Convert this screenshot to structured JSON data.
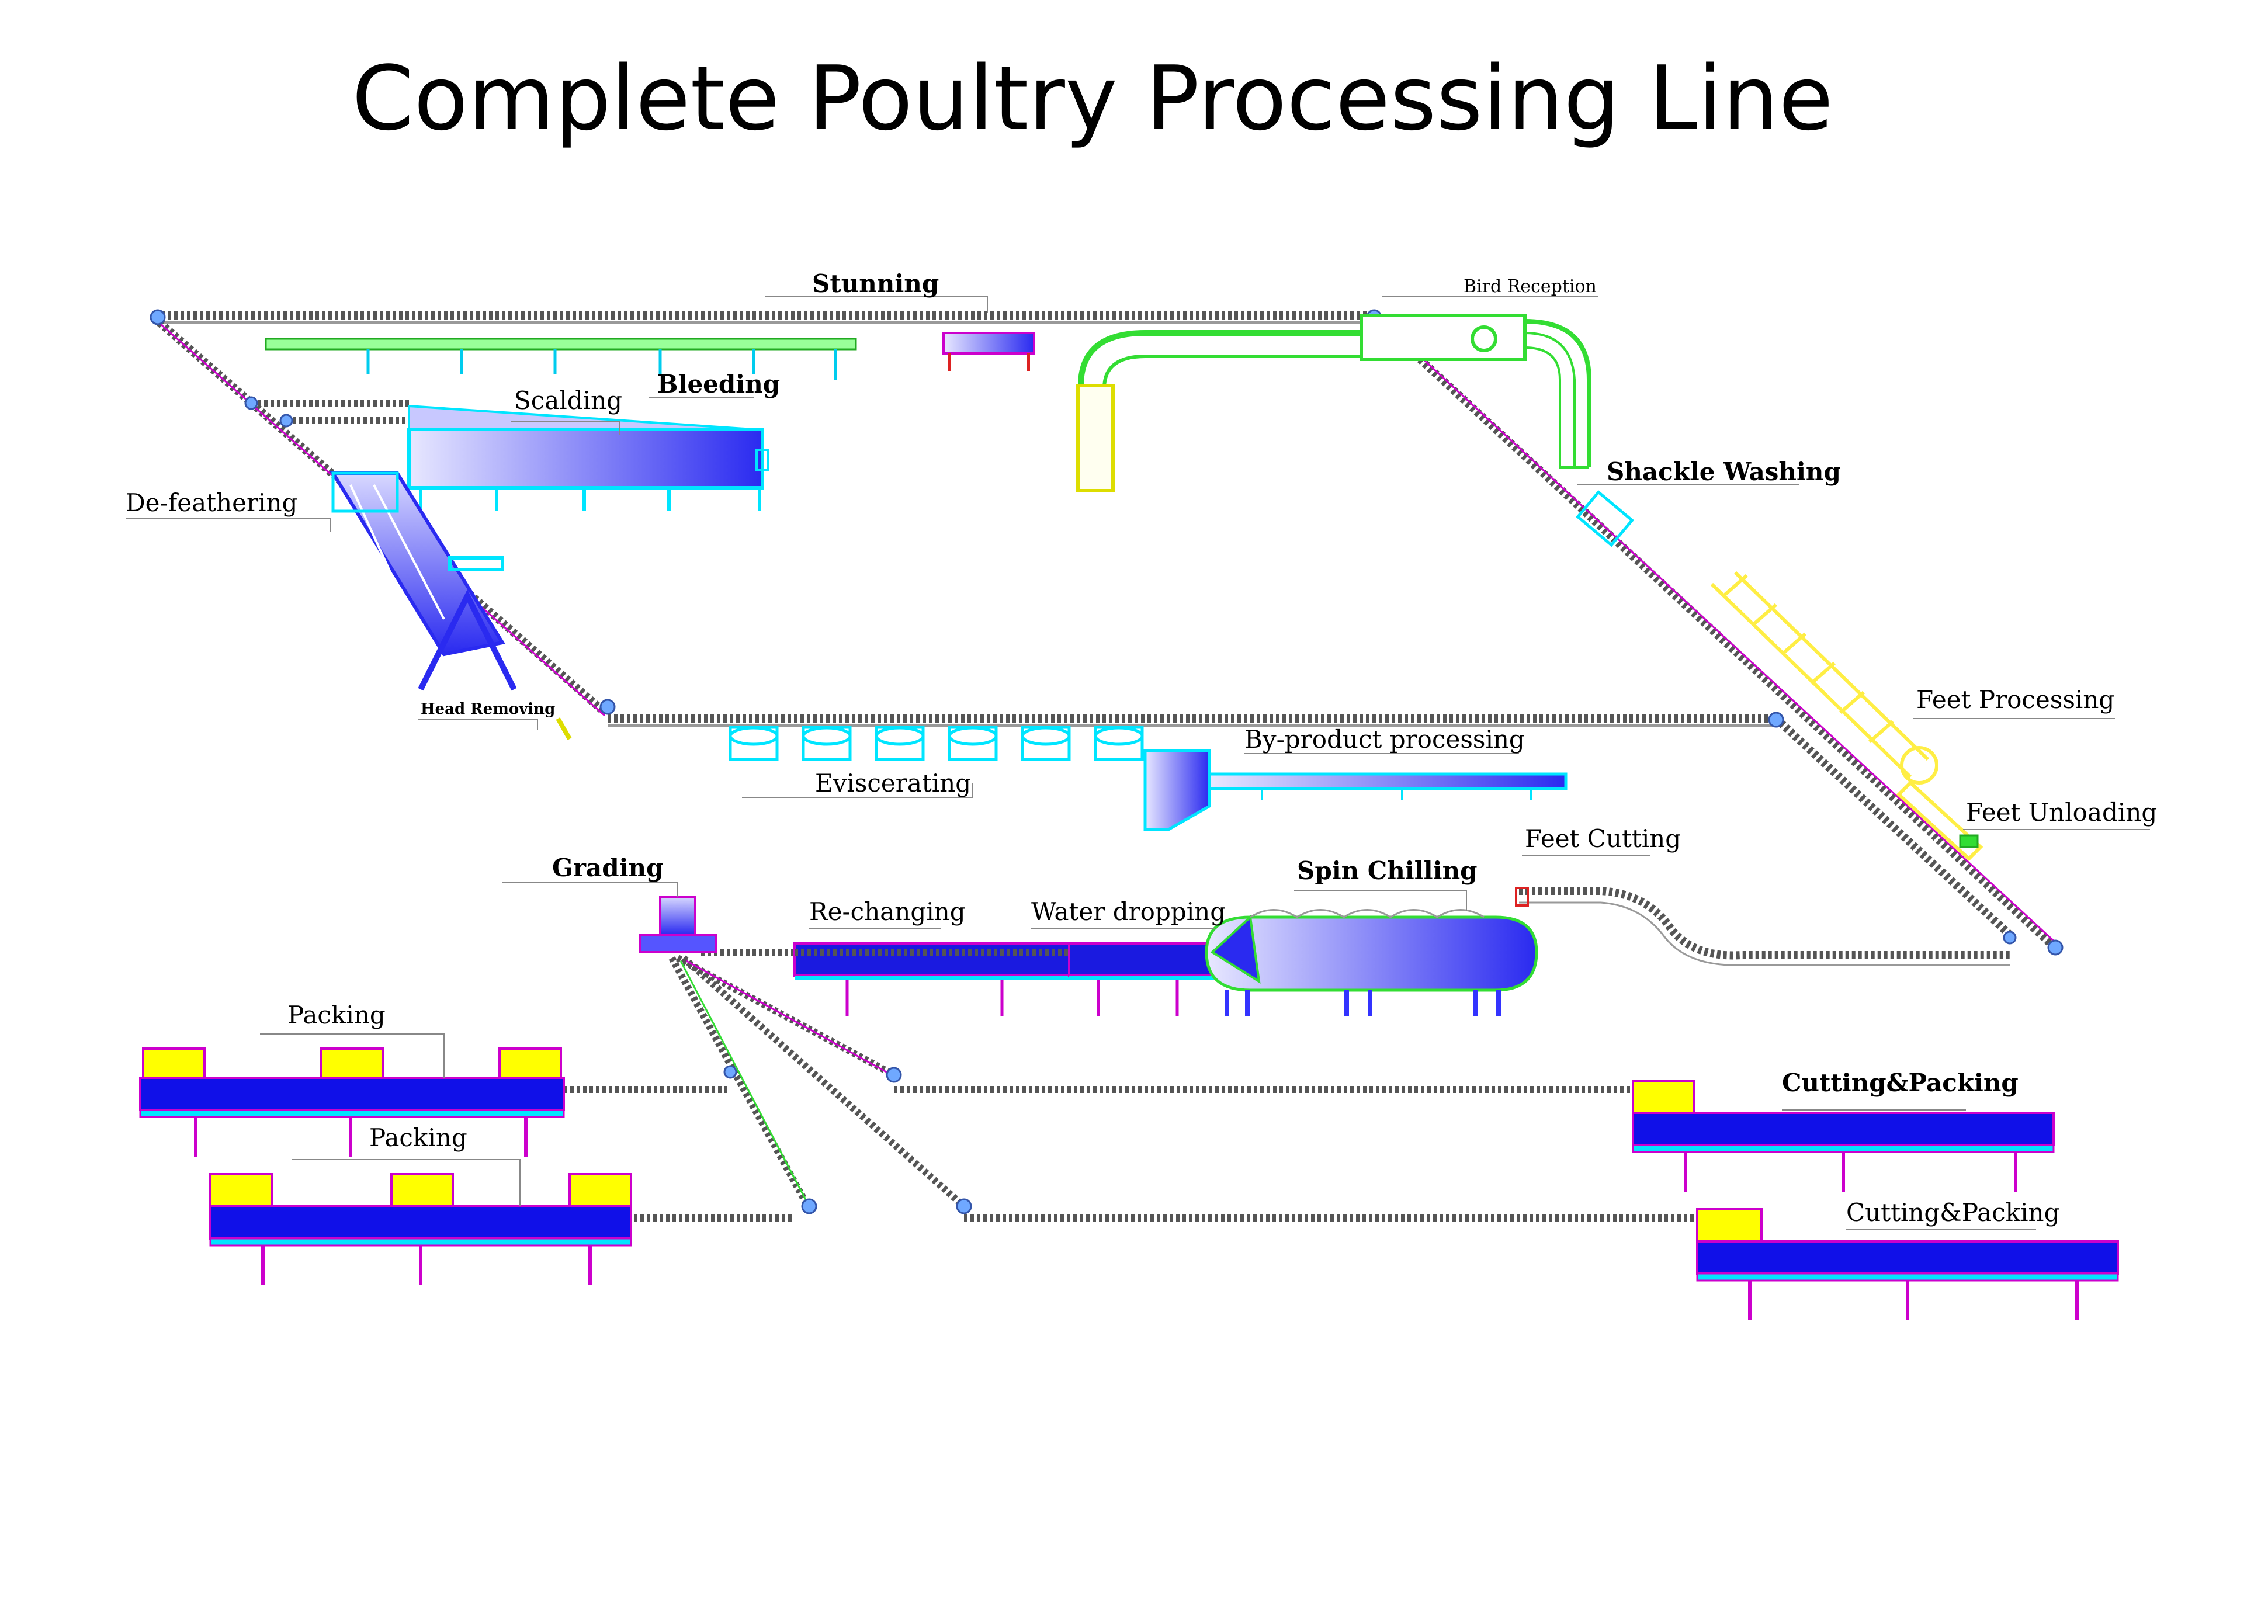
{
  "title": "Complete Poultry Processing Line",
  "labels": {
    "stunning": "Stunning",
    "bird_reception": "Bird Reception",
    "bleeding": "Bleeding",
    "scalding": "Scalding",
    "de_feathering": "De-feathering",
    "shackle_washing": "Shackle Washing",
    "head_removing": "Head Removing",
    "feet_processing": "Feet Processing",
    "by_product_processing": "By-product processing",
    "eviscerating": "Eviscerating",
    "feet_unloading": "Feet Unloading",
    "feet_cutting": "Feet Cutting",
    "grading": "Grading",
    "spin_chilling": "Spin Chilling",
    "re_changing": "Re-changing",
    "water_dropping": "Water dropping",
    "packing_1": "Packing",
    "packing_2": "Packing",
    "cutting_packing_1": "Cutting&Packing",
    "cutting_packing_2": "Cutting&Packing"
  },
  "colors": {
    "conveyor": "#555555",
    "equipment_blue": "#2a2af0",
    "equipment_cyan": "#00e5ff",
    "equipment_magenta": "#cc00cc",
    "equipment_yellow": "#ffff00",
    "equipment_green": "#33dd33",
    "equipment_red": "#dd2222"
  }
}
